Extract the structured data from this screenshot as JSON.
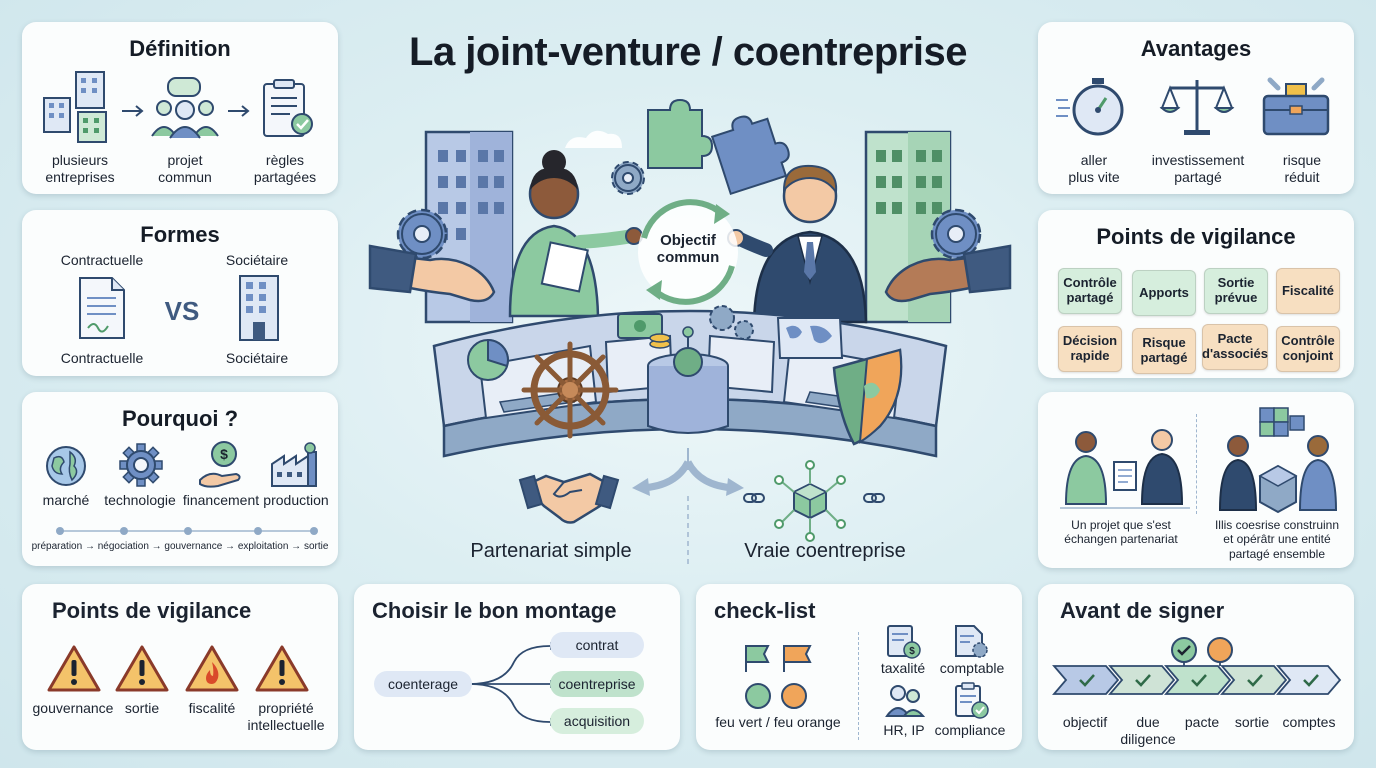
{
  "title": "La joint-venture / coentreprise",
  "definition": {
    "title": "Définition",
    "steps": [
      "plusieurs\nentreprises",
      "projet\ncommun",
      "règles\npartagées"
    ]
  },
  "formes": {
    "title": "Formes",
    "left_top": "Contractuelle",
    "right_top": "Sociétaire",
    "vs": "VS",
    "left_bottom": "Contractuelle",
    "right_bottom": "Sociétaire"
  },
  "pourquoi": {
    "title": "Pourquoi ?",
    "items": [
      "marché",
      "technologie",
      "financement",
      "production"
    ],
    "timeline": "préparation → négociation → gouvernance → exploitation → sortie"
  },
  "center": {
    "objective": "Objectif\ncommun",
    "left_label": "Partenariat simple",
    "right_label": "Vraie coentreprise"
  },
  "avantages": {
    "title": "Avantages",
    "items": [
      "aller\nplus vite",
      "investissement\npartagé",
      "risque\nréduit"
    ]
  },
  "vigilance_right": {
    "title": "Points de vigilance",
    "chips": [
      {
        "label": "Contrôle\npartagé",
        "tone": "green"
      },
      {
        "label": "Apports",
        "tone": "green"
      },
      {
        "label": "Sortie\nprévue",
        "tone": "green"
      },
      {
        "label": "Fiscalité",
        "tone": "orange"
      },
      {
        "label": "Décision\nrapide",
        "tone": "orange"
      },
      {
        "label": "Risque\npartagé",
        "tone": "orange"
      },
      {
        "label": "Pacte\nd'associés",
        "tone": "orange"
      },
      {
        "label": "Contrôle\nconjoint",
        "tone": "orange"
      }
    ]
  },
  "comparison": {
    "left_caption": "Un projet que s'est\néchangen partenariat",
    "right_caption": "Illis coesrise construinn\net opérâtr une entité\npartagé ensemble"
  },
  "vigilance_bottom": {
    "title": "Points de vigilance",
    "items": [
      "gouvernance",
      "sortie",
      "fiscalité",
      "propriété\nintellectuelle"
    ]
  },
  "montage": {
    "title": "Choisir le bon montage",
    "source": "coenterage",
    "options": [
      "contrat",
      "coentreprise",
      "acquisition"
    ]
  },
  "checklist": {
    "title": "check-list",
    "signal": "feu vert / feu orange",
    "items": [
      "taxalité",
      "comptable",
      "HR, IP",
      "compliance"
    ]
  },
  "avant_signer": {
    "title": "Avant de signer",
    "steps": [
      "objectif",
      "due\ndiligence",
      "pacte",
      "sortie",
      "comptes"
    ]
  },
  "colors": {
    "green": "#8cc9a0",
    "orange": "#f0a55a",
    "blue": "#6f8fc4",
    "navy": "#2f4a6e"
  }
}
